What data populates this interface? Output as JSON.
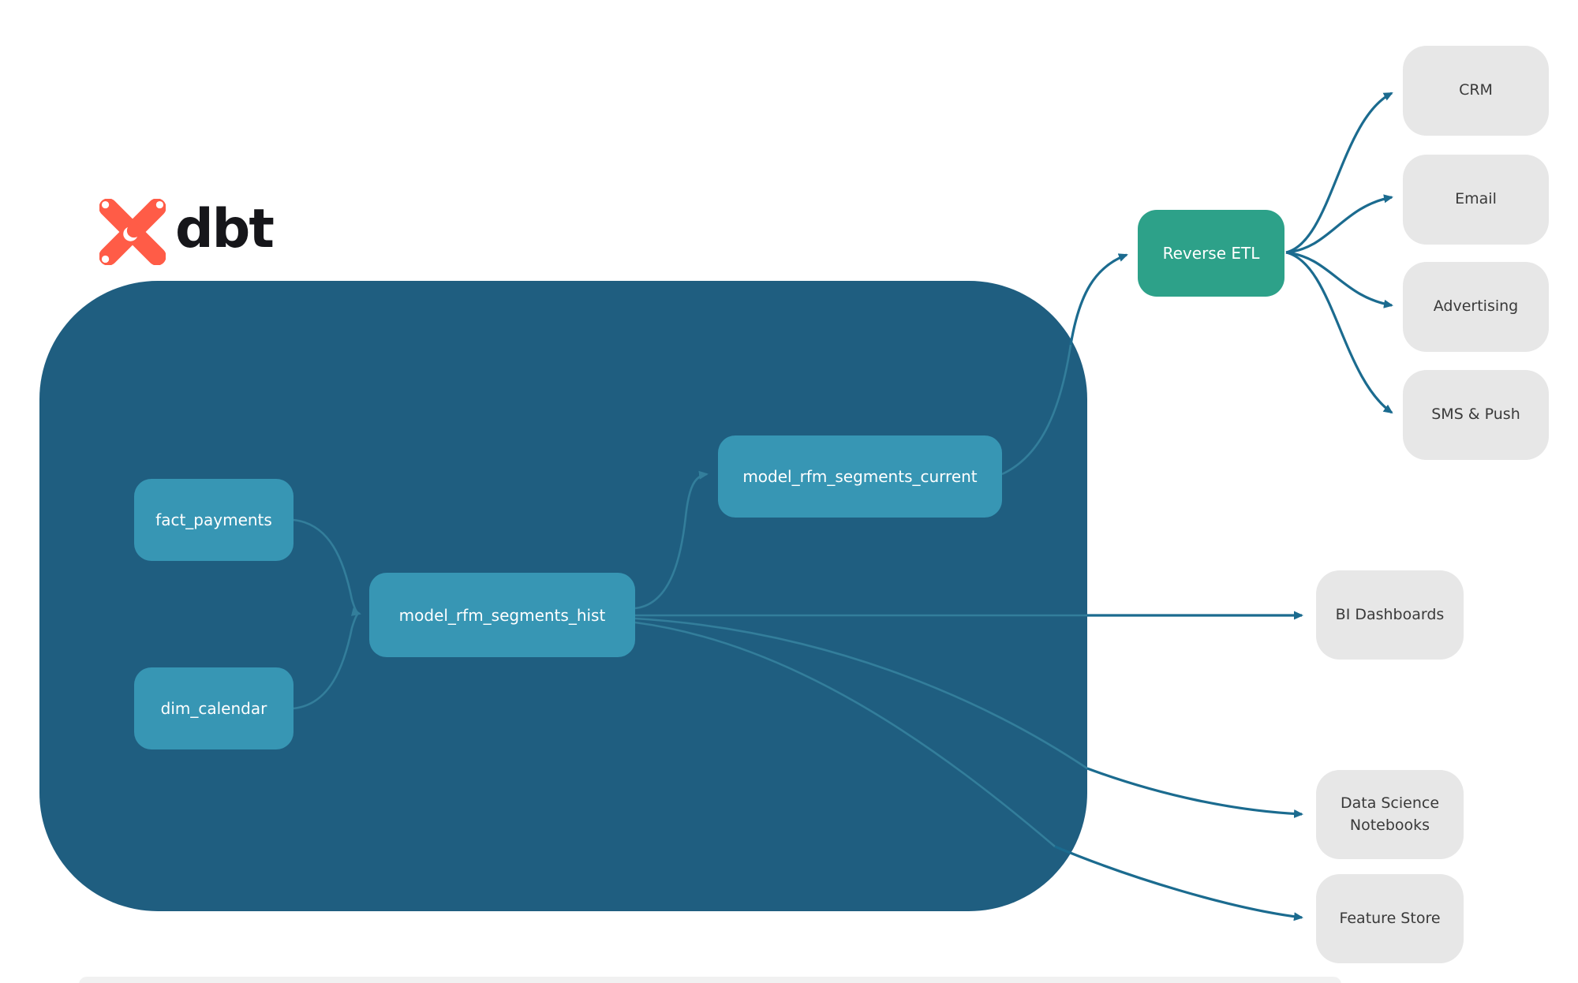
{
  "logo": {
    "icon": "dbt-logo-icon",
    "wordmark": "dbt",
    "brand_orange": "#ff5c47"
  },
  "colors": {
    "container_bg": "#1f5e80",
    "model_node_bg": "#3796b4",
    "reverse_etl_bg": "#2da189",
    "external_node_bg": "#e7e7e7",
    "edge_outside": "#1b6b8f",
    "edge_inside": "#337e9b",
    "node_text_light": "#ffffff",
    "node_text_dark": "#3a3a3a"
  },
  "diagram": {
    "dbt_container": {
      "name": "dbt-transformation-boundary",
      "nodes": [
        {
          "id": "fact_payments",
          "label": "fact_payments"
        },
        {
          "id": "dim_calendar",
          "label": "dim_calendar"
        },
        {
          "id": "model_rfm_segments_hist",
          "label": "model_rfm_segments_hist"
        },
        {
          "id": "model_rfm_segments_current",
          "label": "model_rfm_segments_current"
        }
      ]
    },
    "reverse_etl": {
      "id": "reverse_etl",
      "label": "Reverse ETL"
    },
    "destinations": [
      {
        "id": "crm",
        "label": "CRM"
      },
      {
        "id": "email",
        "label": "Email"
      },
      {
        "id": "advertising",
        "label": "Advertising"
      },
      {
        "id": "sms_push",
        "label": "SMS & Push"
      }
    ],
    "consumers": [
      {
        "id": "bi_dashboards",
        "label": "BI Dashboards"
      },
      {
        "id": "data_science_notebooks",
        "label": "Data Science Notebooks"
      },
      {
        "id": "feature_store",
        "label": "Feature Store"
      }
    ],
    "edges": [
      {
        "from": "fact_payments",
        "to": "model_rfm_segments_hist"
      },
      {
        "from": "dim_calendar",
        "to": "model_rfm_segments_hist"
      },
      {
        "from": "model_rfm_segments_hist",
        "to": "model_rfm_segments_current"
      },
      {
        "from": "model_rfm_segments_current",
        "to": "reverse_etl"
      },
      {
        "from": "reverse_etl",
        "to": "crm"
      },
      {
        "from": "reverse_etl",
        "to": "email"
      },
      {
        "from": "reverse_etl",
        "to": "advertising"
      },
      {
        "from": "reverse_etl",
        "to": "sms_push"
      },
      {
        "from": "model_rfm_segments_hist",
        "to": "bi_dashboards"
      },
      {
        "from": "model_rfm_segments_hist",
        "to": "data_science_notebooks"
      },
      {
        "from": "model_rfm_segments_hist",
        "to": "feature_store"
      }
    ]
  }
}
